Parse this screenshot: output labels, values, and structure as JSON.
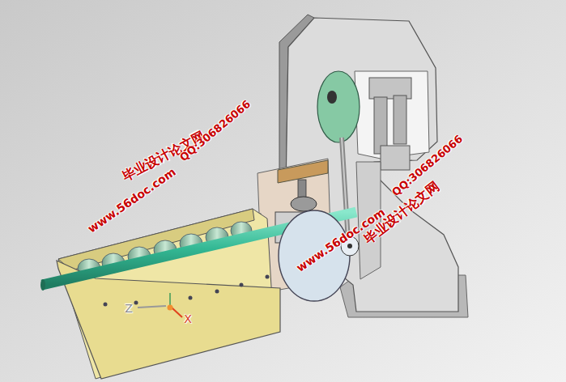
{
  "diagram": {
    "labels": [
      "毕业设计论文网",
      "www.56doc.com",
      "QQ:306826066",
      "www.56doc.com",
      "毕业设计论文网",
      "QQ:306826066",
      "Z",
      "X"
    ]
  }
}
